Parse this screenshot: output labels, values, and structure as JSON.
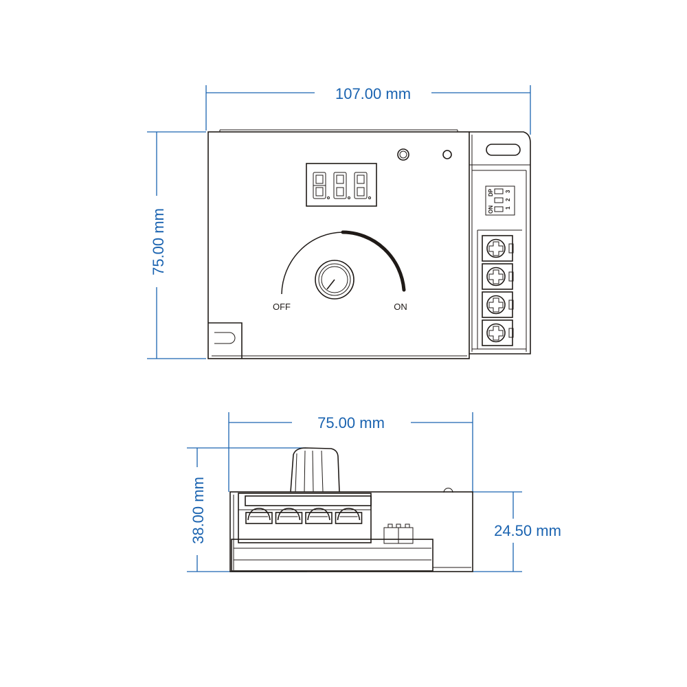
{
  "top_view": {
    "width_dim": "107.00 mm",
    "height_dim": "75.00 mm",
    "dial_off_label": "OFF",
    "dial_on_label": "ON",
    "dip_switch": {
      "on_label": "ON",
      "dp_label": "DP",
      "positions": [
        "1",
        "2",
        "3"
      ]
    },
    "terminal_count": 4
  },
  "side_view": {
    "width_dim": "75.00 mm",
    "height_dim": "38.00 mm",
    "body_height_dim": "24.50 mm"
  },
  "colors": {
    "dimension": "#1a63b0",
    "outline": "#1f1a17"
  }
}
